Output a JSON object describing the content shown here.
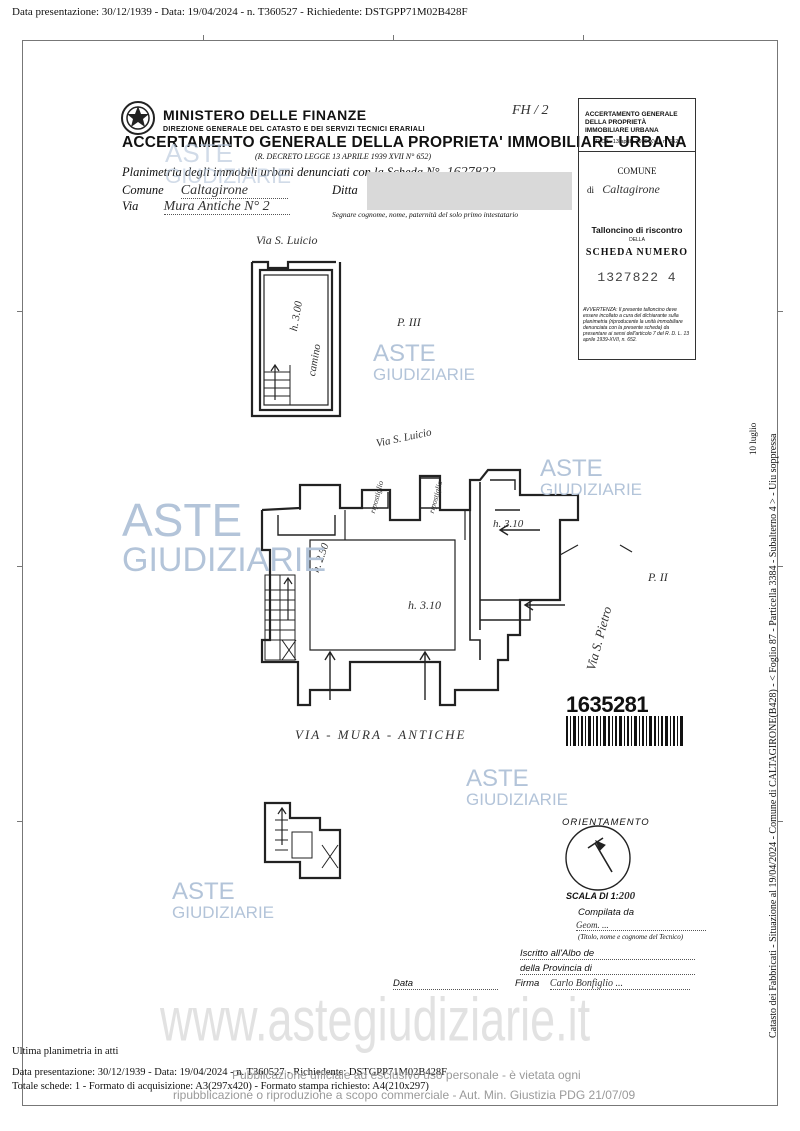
{
  "header": {
    "top_line": "Data presentazione: 30/12/1939 - Data: 19/04/2024 - n. T360527 - Richiedente: DSTGPP71M02B428F"
  },
  "form": {
    "ministry": "MINISTERO DELLE FINANZE",
    "direction": "DIREZIONE GENERALE DEL CATASTO E DEI SERVIZI TECNICI ERARIALI",
    "title": "ACCERTAMENTO GENERALE DELLA PROPRIETA' IMMOBILIARE URBANA",
    "decree": "(R. DECRETO LEGGE 13 APRILE 1939 XVII N° 652)",
    "planimetria_label": "Planimetria degli immobili urbani denunciati con la Scheda N°",
    "scheda_number_hand": "1627822",
    "comune_label": "Comune",
    "comune_value_hand": "Caltagirone",
    "ditta_label": "Ditta",
    "via_label": "Via",
    "via_value_hand": "Mura Antiche N° 2",
    "owner_note": "Segnare cognome, nome, paternità del solo primo intestatario",
    "initials_hand": "FH / 2"
  },
  "stamp": {
    "title": "ACCERTAMENTO GENERALE DELLA PROPRIETÀ IMMOBILIARE URBANA",
    "law": "(R.D.L. 13 aprile 1939-XVII, n. 652)",
    "comune_label": "COMUNE",
    "comune_prefix": "di",
    "comune_value_hand": "Caltagirone",
    "talloncino": "Talloncino di riscontro",
    "della": "DELLA",
    "scheda_numero": "SCHEDA NUMERO",
    "number": "1327822 4",
    "avvertenza": "AVVERTENZA: Il presente talloncino deve essere incollato a cura del dichiarante sulla planimetria (riproducente la unità immobiliare denunciata con la presente scheda) da presentare ai sensi dell'articolo 7 del R. D. L. 13 aprile 1939-XVII, n. 652."
  },
  "plan": {
    "street_top": "Via S. Luicio",
    "floor_top": "P. III",
    "height_top": "h. 3.00",
    "camino": "camino",
    "street_mid": "Via S. Luicio",
    "height_left": "h. 2.50",
    "height_center": "h. 3.10",
    "height_right": "h. 3.10",
    "via_san_pietro": "Via S. Pietro",
    "floor_right": "P. II",
    "street_bottom": "VIA - MURA - ANTICHE",
    "ripostiglio1": "ripostiglio",
    "ripostiglio2": "ripostiglio"
  },
  "barcode": {
    "number": "1635281"
  },
  "details": {
    "orientamento": "ORIENTAMENTO",
    "scala_label": "SCALA DI 1:",
    "scala_value": "200",
    "compilata_label": "Compilata da",
    "compilata_hand": "Geom. ...",
    "tecnico_note": "(Titolo, nome e cognome del Tecnico)",
    "albo_label": "Iscritto all'Albo de",
    "provincia_label": "della Provincia di",
    "data_label": "Data",
    "firma_label": "Firma",
    "firma_hand": "Carlo Bonfiglio ..."
  },
  "side": {
    "right_text": "Catasto dei Fabbricati - Situazione al 19/04/2024 - Comune di CALTAGIRONE(B428) - < Foglio 87 - Particella 3384 - Subalterno 4 > - Uiu soppressa",
    "small_vertical": "10 luglio"
  },
  "watermarks": {
    "aste": "ASTE",
    "giudiziarie": "GIUDIZIARIE",
    "site": "www.astegiudiziarie.it",
    "publication_line1": "Pubblicazione ufficiale ad esclusivo uso personale - è vietata ogni",
    "publication_line2": "ripubblicazione o riproduzione a scopo commerciale - Aut. Min. Giustizia PDG 21/07/09"
  },
  "footer": {
    "ultima": "Ultima planimetria in atti",
    "line1": "Data presentazione: 30/12/1939 - Data: 19/04/2024 - n. T360527 - Richiedente: DSTGPP71M02B428F",
    "line2": "Totale schede: 1 - Formato di acquisizione: A3(297x420) - Formato stampa richiesto: A4(210x297)"
  }
}
